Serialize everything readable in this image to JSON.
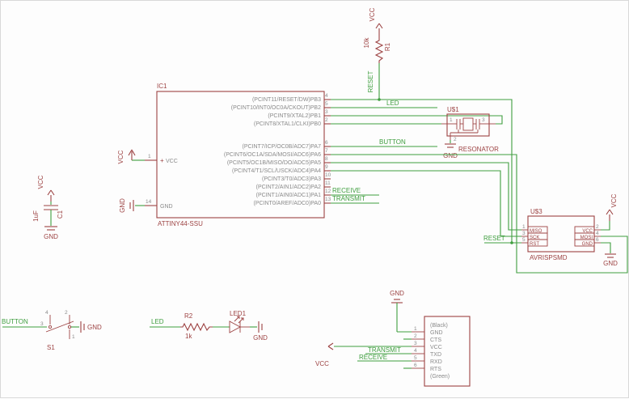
{
  "colors": {
    "symbol": "#9d4343",
    "net": "#3f9e3f",
    "pin_text": "#8a8a8a",
    "background": "#fdfdfd"
  },
  "supply": {
    "vcc": "VCC",
    "gnd": "GND"
  },
  "nets": {
    "reset": "RESET",
    "led": "LED",
    "button": "BUTTON",
    "receive": "RECEIVE",
    "transmit": "TRANSMIT"
  },
  "ic1": {
    "refdes": "IC1",
    "value": "ATTINY44-SSU",
    "plus": "+",
    "left_pins": [
      {
        "num": "1",
        "name": "VCC"
      },
      {
        "num": "14",
        "name": "GND"
      }
    ],
    "right_pins": [
      {
        "num": "4",
        "name": "(PCINT11/RESET/DW)PB3"
      },
      {
        "num": "5",
        "name": "(PCINT10/INT0/OC0A/CKOUT)PB2"
      },
      {
        "num": "3",
        "name": "(PCINT9/XTAL2)PB1"
      },
      {
        "num": "2",
        "name": "(PCINT8/XTAL1/CLKI)PB0"
      },
      {
        "num": "6",
        "name": "(PCINT7/ICP/OC0B/ADC7)PA7"
      },
      {
        "num": "7",
        "name": "(PCINT6/OC1A/SDA/MOSI/ADC6)PA6"
      },
      {
        "num": "8",
        "name": "(PCINT5/OC1B/MISO/DO/ADC5)PA5"
      },
      {
        "num": "9",
        "name": "(PCINT4/T1/SCL/USCK/ADC4)PA4"
      },
      {
        "num": "10",
        "name": "(PCINT3/T0/ADC3)PA3"
      },
      {
        "num": "11",
        "name": "(PCINT2/AIN1/ADC2)PA2"
      },
      {
        "num": "12",
        "name": "(PCINT1/AIN0/ADC1)PA1"
      },
      {
        "num": "13",
        "name": "(PCINT0/AREF/ADC0)PA0"
      }
    ]
  },
  "r1": {
    "refdes": "R1",
    "value": "10k"
  },
  "r2": {
    "refdes": "R2",
    "value": "1k"
  },
  "c1": {
    "refdes": "C1",
    "value": "1uF"
  },
  "led1": {
    "refdes": "LED1"
  },
  "s1": {
    "refdes": "S1",
    "pin_numbers": [
      "4",
      "2",
      "3",
      "1"
    ]
  },
  "resonator": {
    "refdes": "U$1",
    "value": "RESONATOR",
    "pin_numbers": [
      "1",
      "2",
      "3"
    ]
  },
  "isp": {
    "refdes": "U$3",
    "value": "AVRISPSMD",
    "left_pins": [
      {
        "num": "1",
        "name": "MISO"
      },
      {
        "num": "3",
        "name": "SCK"
      },
      {
        "num": "5",
        "name": "RST"
      }
    ],
    "right_pins": [
      {
        "num": "2",
        "name": "VCC"
      },
      {
        "num": "4",
        "name": "MOSI"
      },
      {
        "num": "6",
        "name": "GND"
      }
    ]
  },
  "ftdi": {
    "top_note": "(Black)",
    "bottom_note": "(Green)",
    "pins": [
      {
        "num": "1",
        "name": "GND"
      },
      {
        "num": "2",
        "name": "CTS"
      },
      {
        "num": "3",
        "name": "VCC"
      },
      {
        "num": "4",
        "name": "TXD"
      },
      {
        "num": "5",
        "name": "RXD"
      },
      {
        "num": "6",
        "name": "RTS"
      }
    ]
  }
}
